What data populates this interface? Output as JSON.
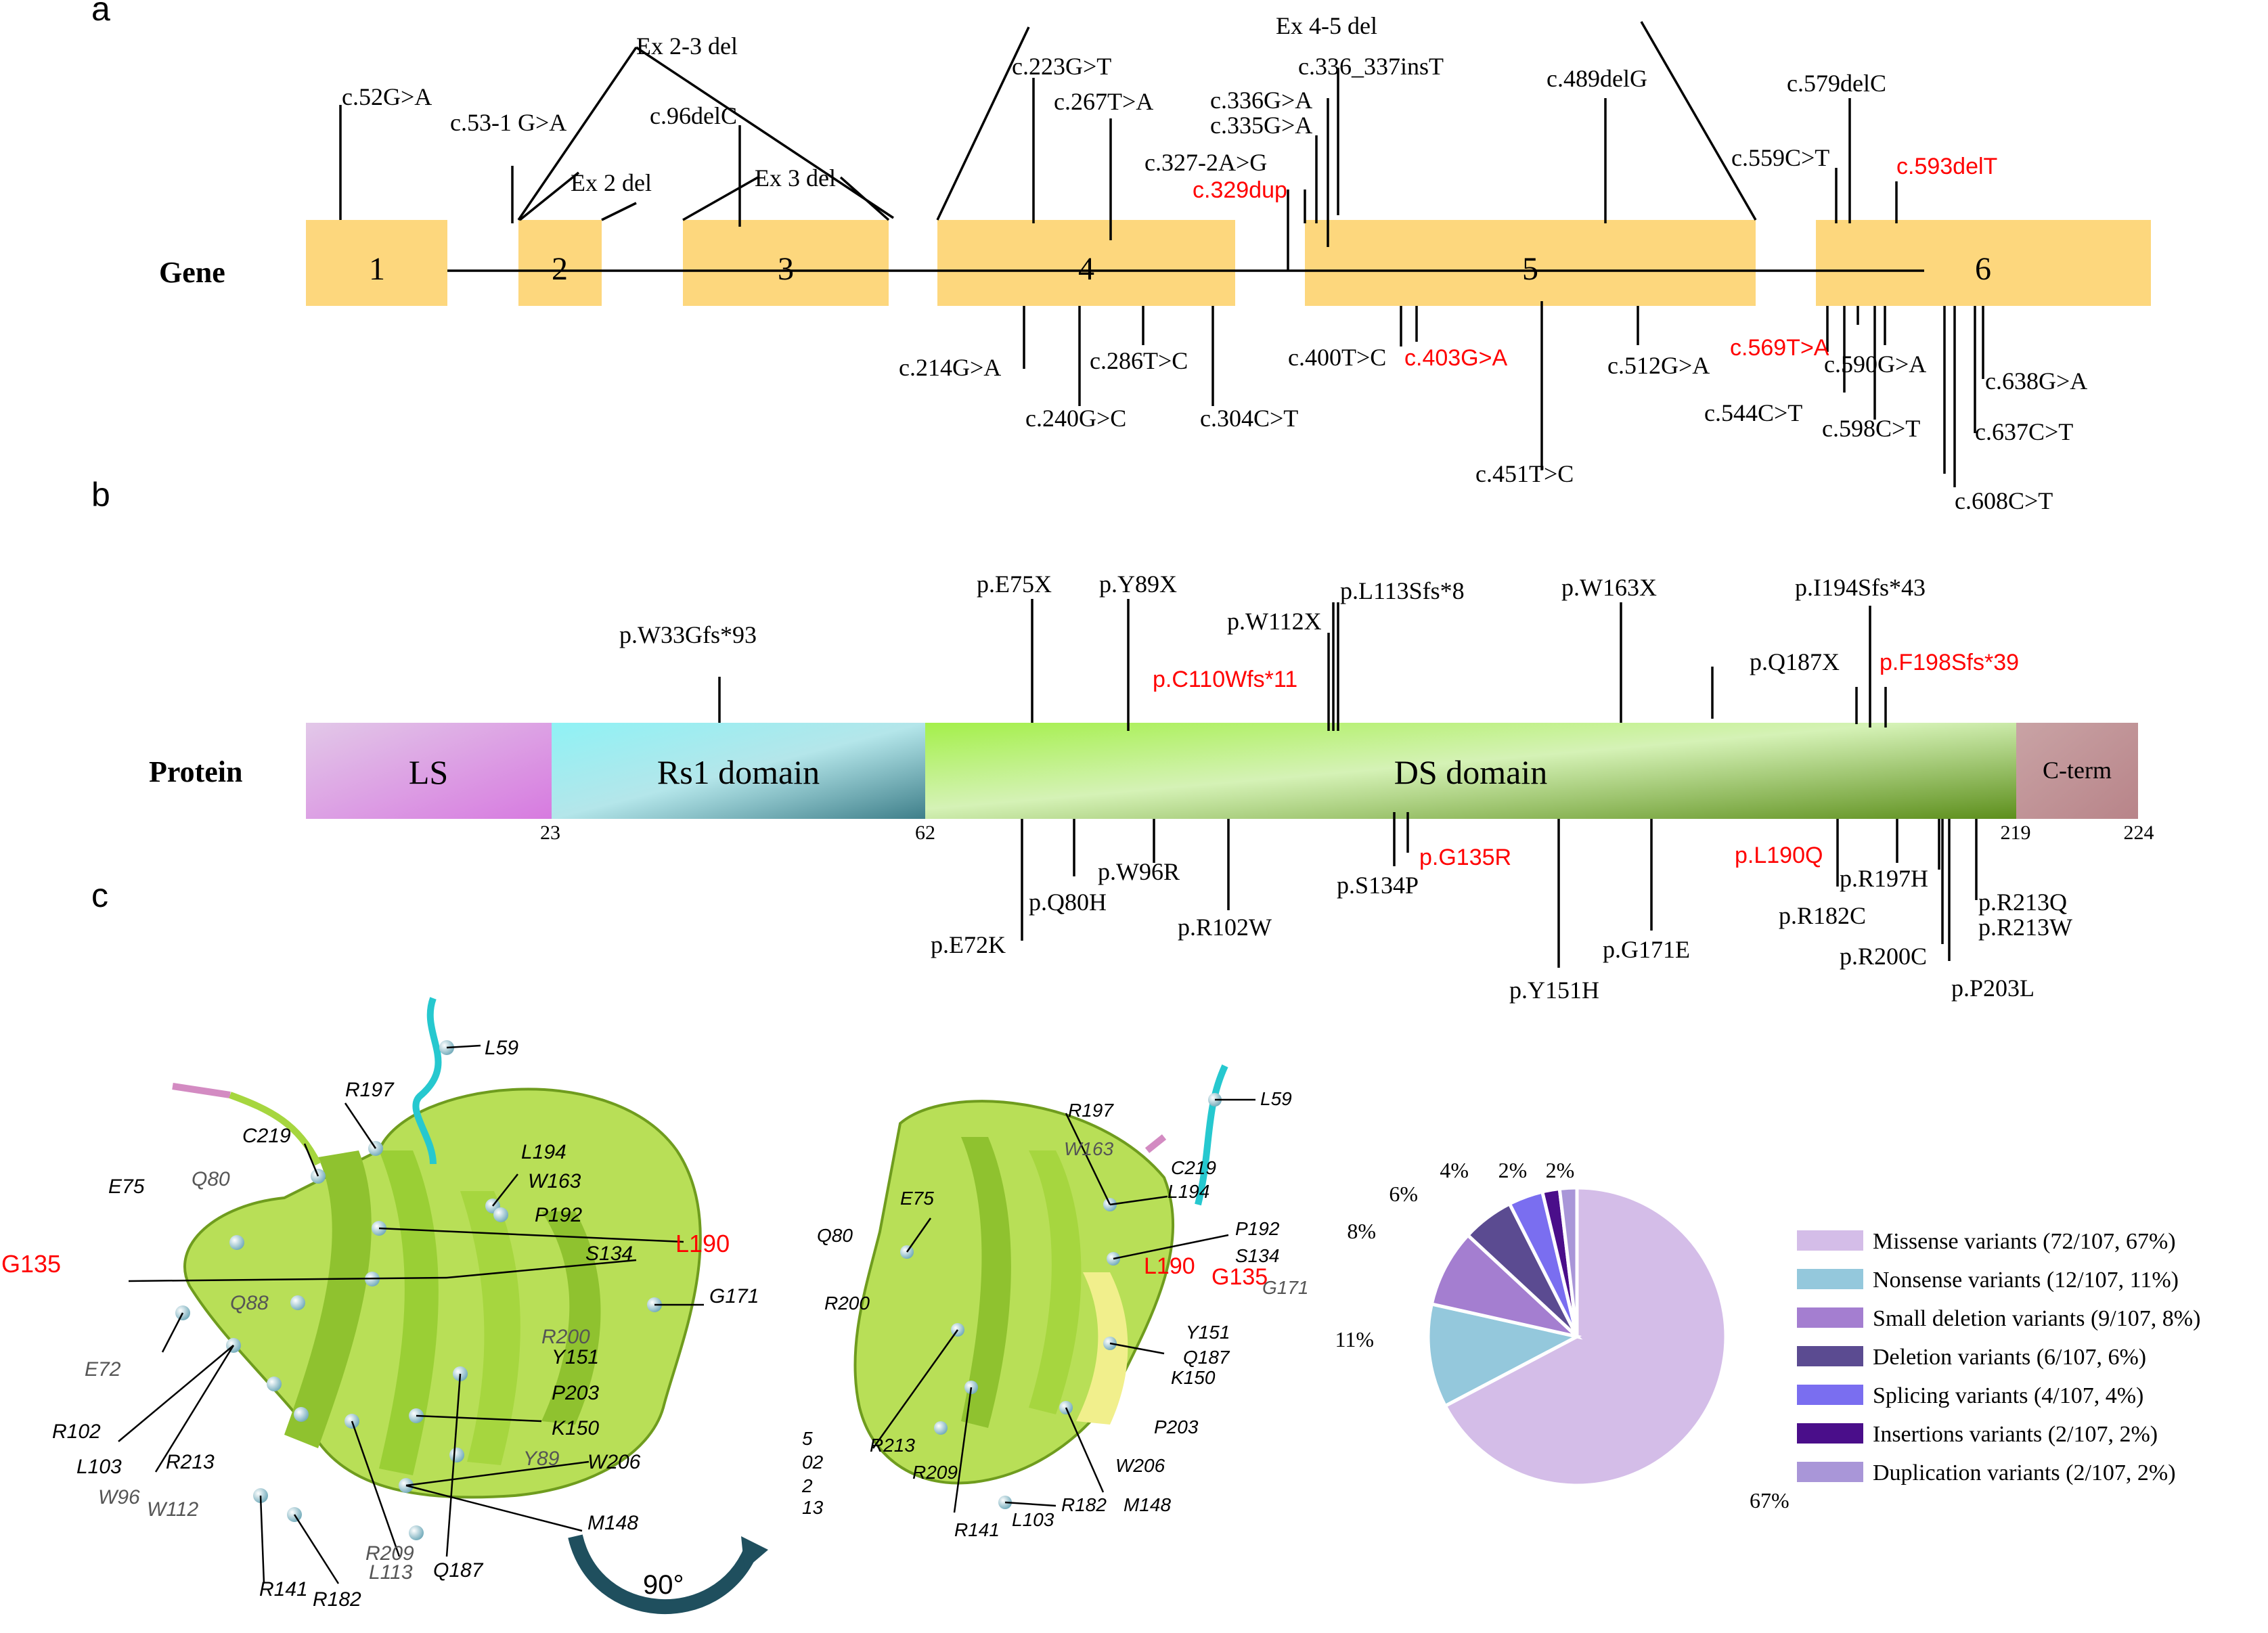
{
  "panels": {
    "a": "a",
    "b": "b",
    "c": "c"
  },
  "gene": {
    "row_label": "Gene",
    "exons": [
      "1",
      "2",
      "3",
      "4",
      "5",
      "6"
    ],
    "top_labels": [
      "c.52G>A",
      "c.53-1 G>A",
      "Ex 2-3 del",
      "Ex 2 del",
      "c.96delC",
      "Ex 3 del",
      "c.223G>T",
      "c.267T>A",
      "Ex 4-5 del",
      "c.336_337insT",
      "c.336G>A",
      "c.335G>A",
      "c.327-2A>G",
      "c.329dup",
      "c.489delG",
      "c.579delC",
      "c.559C>T",
      "c.593delT"
    ],
    "bottom_labels": [
      "c.214G>A",
      "c.240G>C",
      "c.286T>C",
      "c.304C>T",
      "c.400T>C",
      "c.403G>A",
      "c.451T>C",
      "c.512G>A",
      "c.569T>A",
      "c.590G>A",
      "c.544C>T",
      "c.598C>T",
      "c.638G>A",
      "c.637C>T",
      "c.608C>T"
    ]
  },
  "protein": {
    "row_label": "Protein",
    "domains": [
      "LS",
      "Rs1 domain",
      "DS domain",
      "C-term"
    ],
    "positions": [
      "23",
      "62",
      "219",
      "224"
    ],
    "top_labels": [
      "p.W33Gfs*93",
      "p.E75X",
      "p.Y89X",
      "p.W112X",
      "p.L113Sfs*8",
      "p.C110Wfs*11",
      "p.W163X",
      "p.I194Sfs*43",
      "p.Q187X",
      "p.F198Sfs*39"
    ],
    "bottom_labels": [
      "p.Q80H",
      "p.E72K",
      "p.W96R",
      "p.R102W",
      "p.S134P",
      "p.G135R",
      "p.Y151H",
      "p.G171E",
      "p.L190Q",
      "p.R197H",
      "p.R182C",
      "p.R200C",
      "p.P203L",
      "p.R213Q",
      "p.R213W"
    ]
  },
  "structure": {
    "left_labels": [
      "L59",
      "R197",
      "C219",
      "L194",
      "W163",
      "P192",
      "E75",
      "Q80",
      "G135",
      "S134",
      "L190",
      "G171",
      "Q88",
      "R200",
      "Y151",
      "E72",
      "P203",
      "R102",
      "K150",
      "L103",
      "R213",
      "Y89",
      "W96",
      "W112",
      "W206",
      "M148",
      "R209",
      "R141",
      "L113",
      "Q187",
      "R182"
    ],
    "right_labels": [
      "L59",
      "R197",
      "W163",
      "C219",
      "L194",
      "E75",
      "P192",
      "S134",
      "Q80",
      "L190",
      "G135",
      "G171",
      "R200",
      "Y151",
      "Q187",
      "K150",
      "P203",
      "R213",
      "R209",
      "W206",
      "M148",
      "R182",
      "L103",
      "R141",
      "5",
      "02",
      "2",
      "13"
    ],
    "rotation": "90°"
  },
  "chart_data": {
    "type": "pie",
    "series": [
      {
        "values": [
          72,
          12,
          9,
          6,
          4,
          2,
          2
        ]
      }
    ],
    "categories": [
      "Missense variants (72/107, 67%)",
      "Nonsense variants (12/107, 11%)",
      "Small deletion variants (9/107, 8%)",
      "Deletion variants (6/107, 6%)",
      "Splicing variants (4/107, 4%)",
      "Insertions variants (2/107, 2%)",
      "Duplication variants (2/107, 2%)"
    ],
    "percent_labels": [
      "67%",
      "11%",
      "8%",
      "6%",
      "4%",
      "2%",
      "2%"
    ],
    "colors": [
      "#d4bde8",
      "#94c8dc",
      "#a47ed0",
      "#5b4b91",
      "#7a6ef0",
      "#4a0e8a",
      "#a996d8"
    ],
    "legend_position": "right"
  }
}
